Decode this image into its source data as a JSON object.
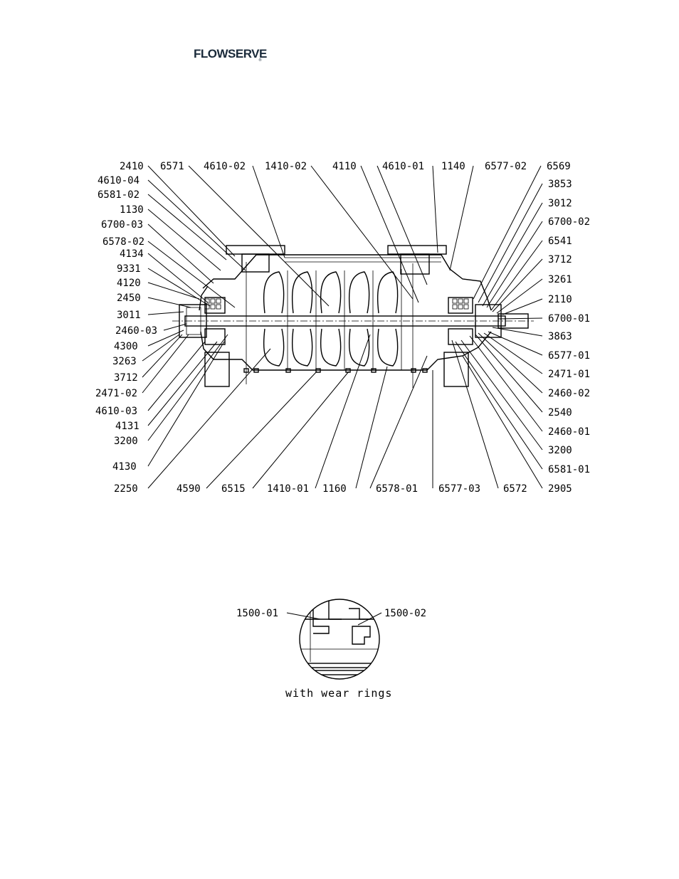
{
  "header": {
    "logo_text": "FLOWSERVE",
    "logo_mark": "®"
  },
  "drawing": {
    "top_labels": [
      "2410",
      "6571",
      "4610-02",
      "1410-02",
      "4110",
      "4610-01",
      "1140",
      "6577-02",
      "6569"
    ],
    "left_labels": [
      "4610-04",
      "6581-02",
      "1130",
      "6700-03",
      "6578-02",
      "4134",
      "9331",
      "4120",
      "2450",
      "3011",
      "2460-03",
      "4300",
      "3263",
      "3712",
      "2471-02",
      "4610-03",
      "4131",
      "3200",
      "4130"
    ],
    "right_labels": [
      "3853",
      "3012",
      "6700-02",
      "6541",
      "3712",
      "3261",
      "2110",
      "6700-01",
      "3863",
      "6577-01",
      "2471-01",
      "2460-02",
      "2540",
      "2460-01",
      "3200",
      "6581-01"
    ],
    "bottom_labels": [
      "2250",
      "4590",
      "6515",
      "1410-01",
      "1160",
      "6578-01",
      "6577-03",
      "6572",
      "2905"
    ]
  },
  "detail": {
    "labels": [
      "1500-01",
      "1500-02"
    ],
    "caption": "with wear rings"
  }
}
